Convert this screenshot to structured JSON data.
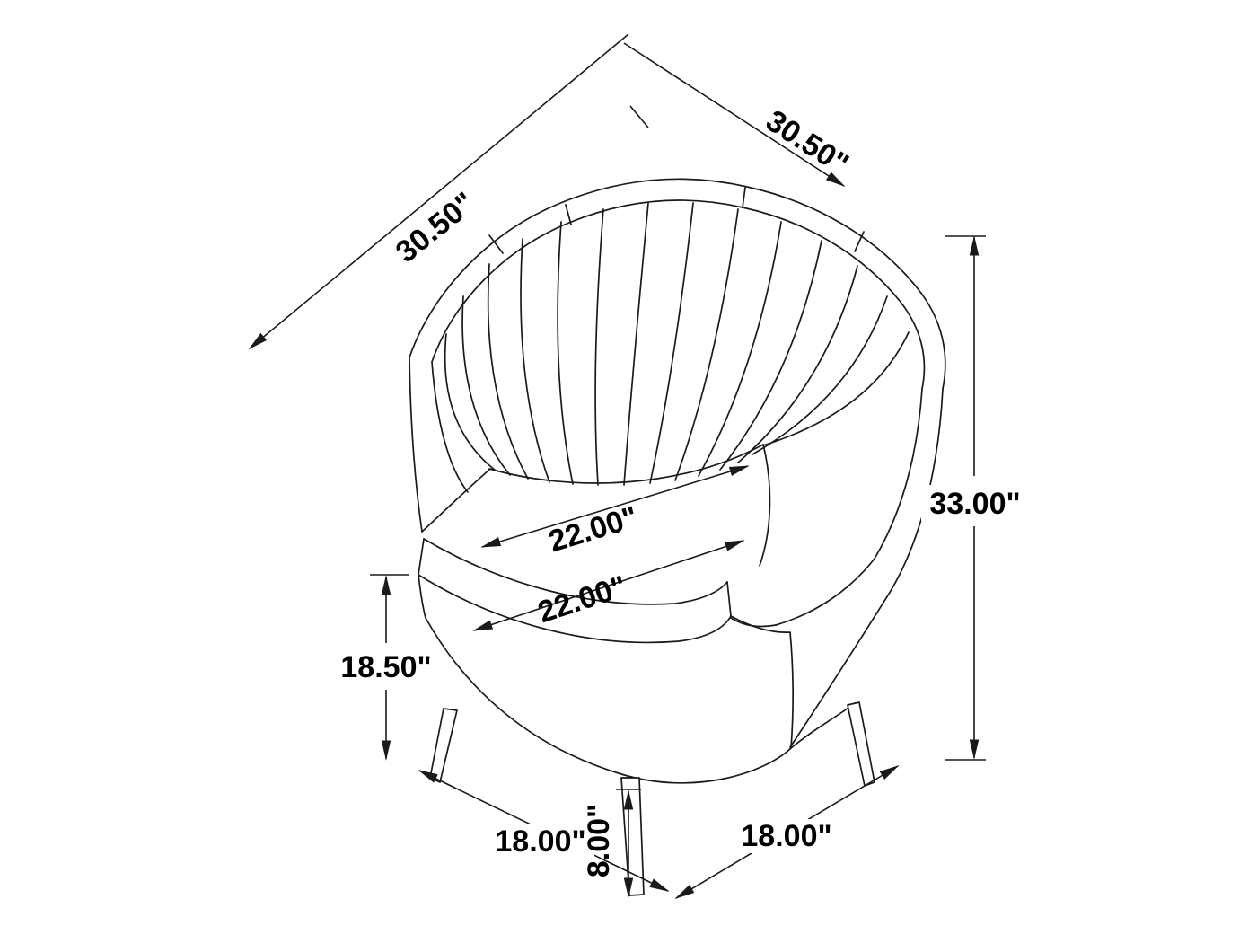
{
  "drawing": {
    "background": "#ffffff",
    "line_color": "#1a1a1a"
  },
  "dims": {
    "back_diag_left": "30.50\"",
    "back_diag_right": "30.50\"",
    "overall_height": "33.00\"",
    "seat_width_upper": "22.00\"",
    "seat_width_lower": "22.00\"",
    "seat_height": "18.50\"",
    "leg_spread_left": "18.00\"",
    "leg_height": "8.00\"",
    "leg_spread_right": "18.00\""
  }
}
